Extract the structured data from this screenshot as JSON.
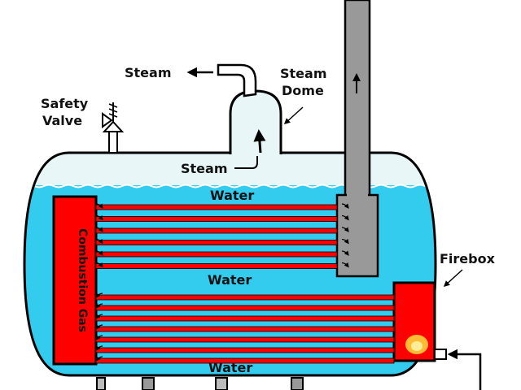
{
  "diagram": {
    "labels": {
      "steam_out": "Steam",
      "steam_in": "Steam",
      "steam_dome_line1": "Steam",
      "steam_dome_line2": "Dome",
      "safety_valve_line1": "Safety",
      "safety_valve_line2": "Valve",
      "water_top": "Water",
      "water_middle": "Water",
      "water_bottom": "Water",
      "firebox": "Firebox",
      "combustion_gas": "Combustion Gas"
    },
    "colors": {
      "water": "#33ccee",
      "steam_space": "#e8f6f8",
      "tube": "#ff0000",
      "tube_gap": "#33ccee",
      "combustion_chamber": "#ff0000",
      "firebox": "#ff0000",
      "flame": "#ffbb33",
      "stack": "#999999",
      "outline": "#000000"
    },
    "tube_banks": {
      "upper_tube_count": 6,
      "lower_tube_count": 7
    }
  }
}
